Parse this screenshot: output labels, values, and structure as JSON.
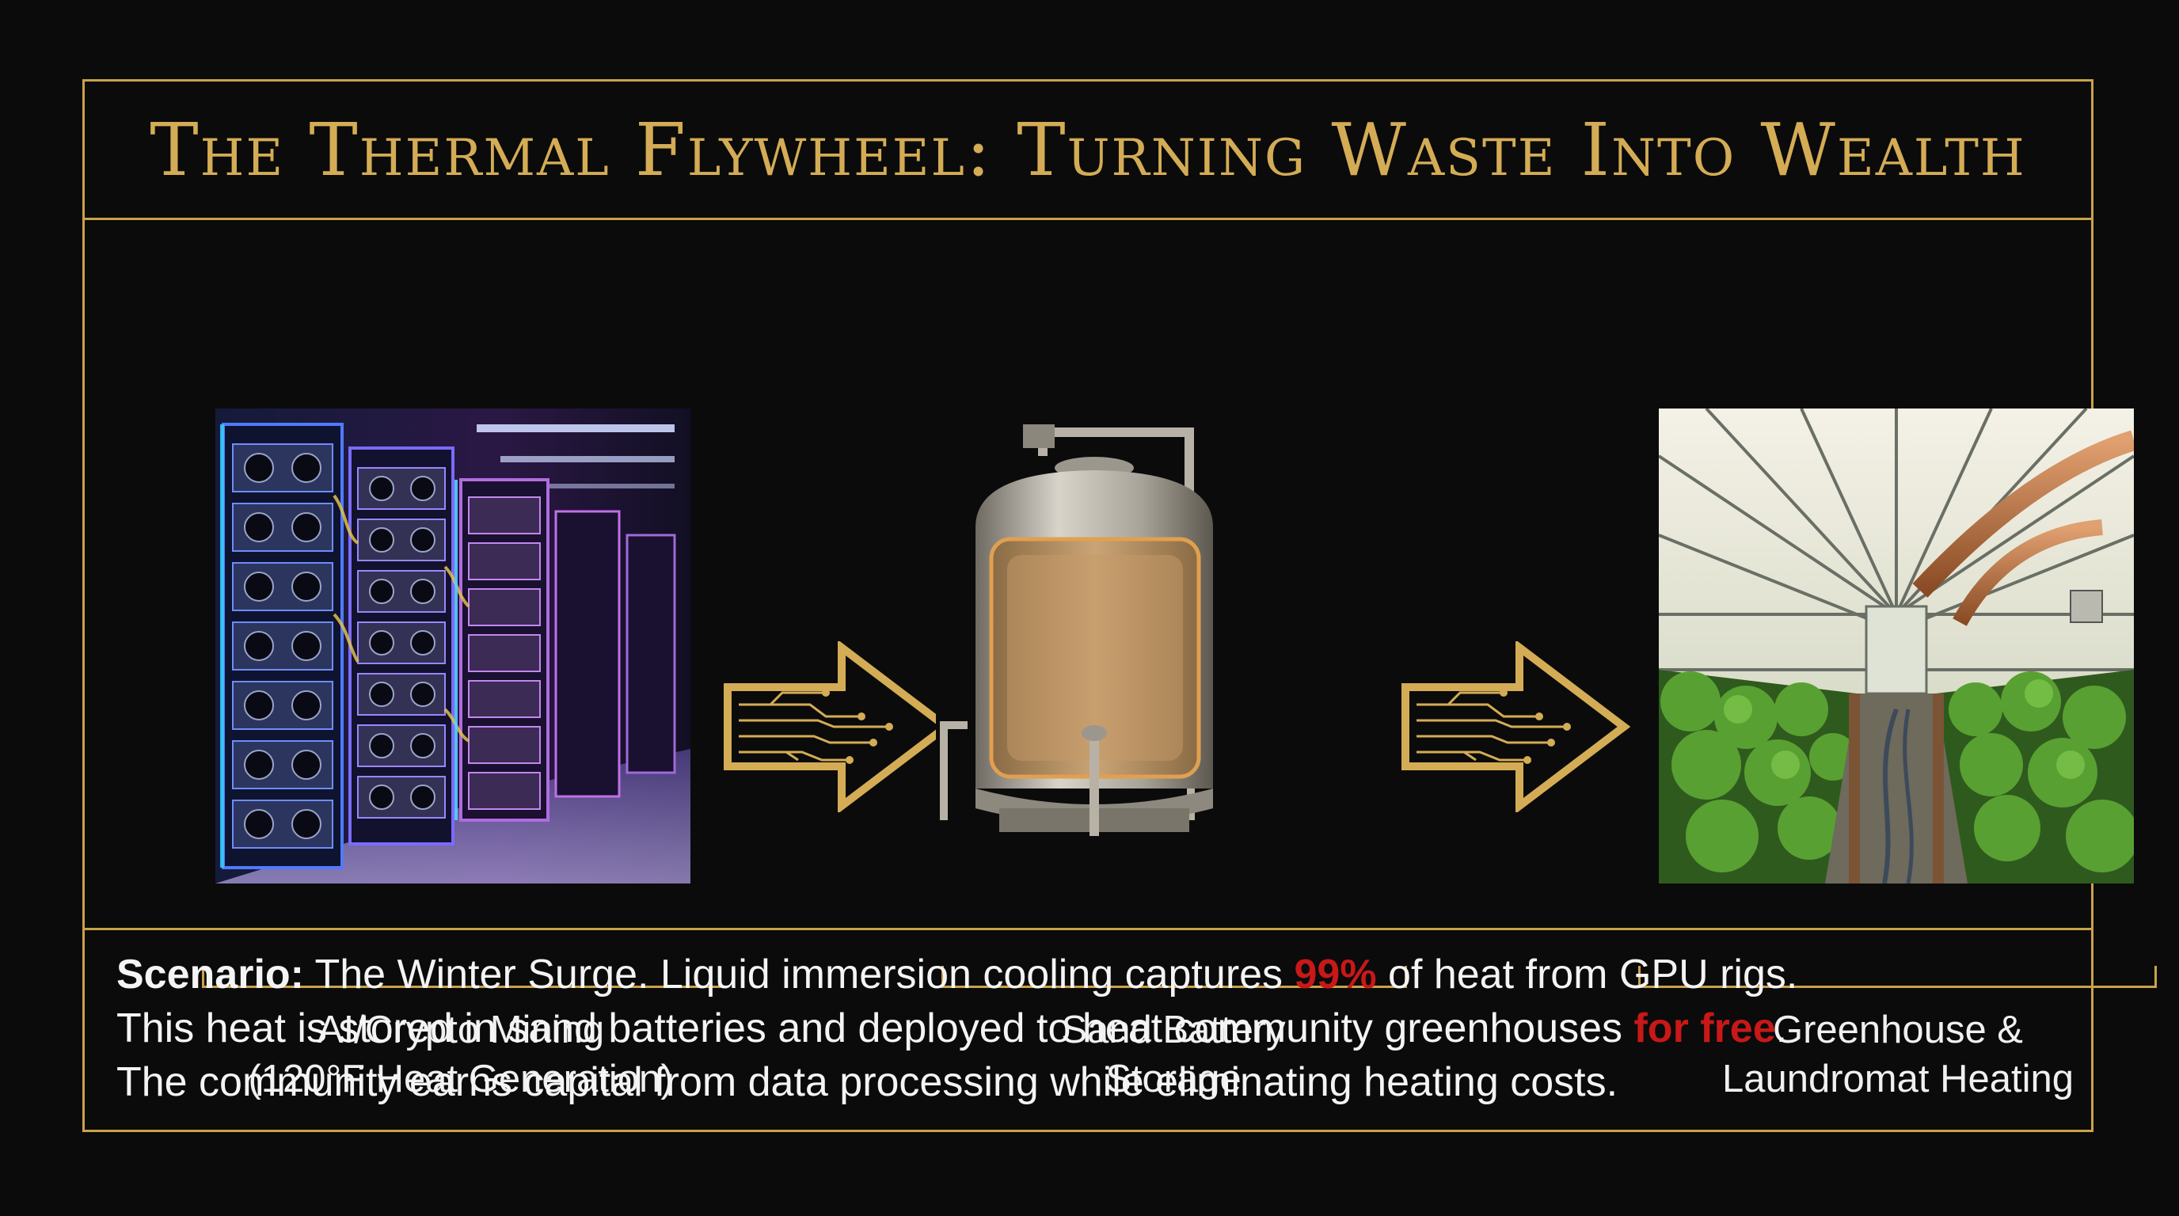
{
  "title": "The Thermal Flywheel: Turning Waste Into Wealth",
  "colors": {
    "gold": "#c9a24a",
    "title_gold": "#d4ac55",
    "highlight_red": "#c81818",
    "background": "#0b0b0b"
  },
  "stages": [
    {
      "icon": "server-racks-image",
      "label_line1": "AI/Crypto Mining",
      "label_line2": "(120°F Heat Generation)"
    },
    {
      "icon": "sand-battery-tank-image",
      "label_line1": "Sand Battery",
      "label_line2": "Storage"
    },
    {
      "icon": "greenhouse-image",
      "label_line1": "Greenhouse &",
      "label_line2": "Laundromat Heating"
    }
  ],
  "connectors": [
    "circuit-arrow-icon",
    "circuit-arrow-icon"
  ],
  "scenario": {
    "lead": "Scenario:",
    "line1_a": " The Winter Surge. Liquid immersion cooling captures ",
    "line1_highlight": "99%",
    "line1_b": " of heat from GPU rigs.",
    "line2_a": "This heat is stored in sand batteries and deployed to heat community greenhouses ",
    "line2_highlight": "for free",
    "line2_b": ".",
    "line3": "The community earns capital from data processing while eliminating heating costs."
  }
}
